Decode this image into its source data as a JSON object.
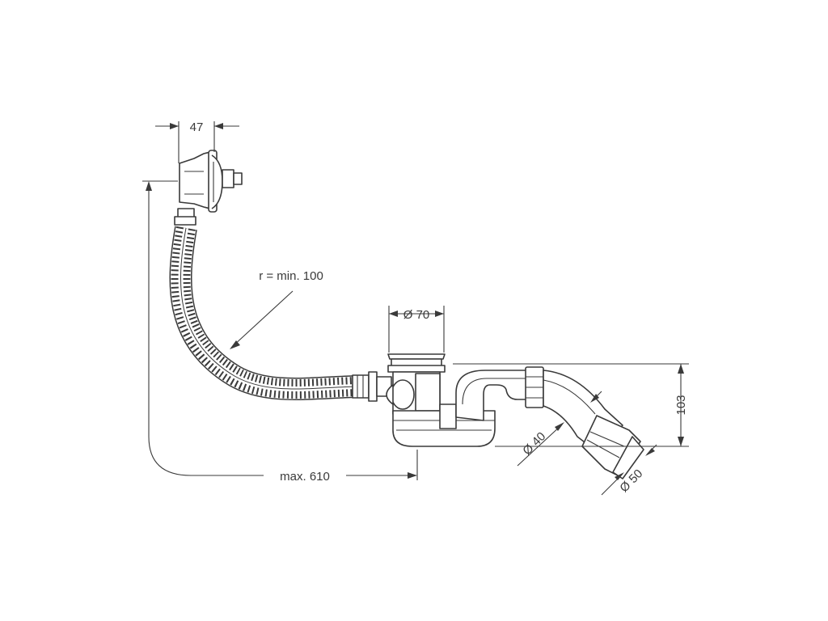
{
  "diagram": {
    "labels": {
      "width_top": "47",
      "bend_radius": "r = min. 100",
      "drain_diameter": "Ø 70",
      "height": "103",
      "outlet_inner": "Ø 40",
      "outlet_outer": "Ø 50",
      "max_length": "max. 610"
    },
    "line_color": "#3a3a3a"
  }
}
